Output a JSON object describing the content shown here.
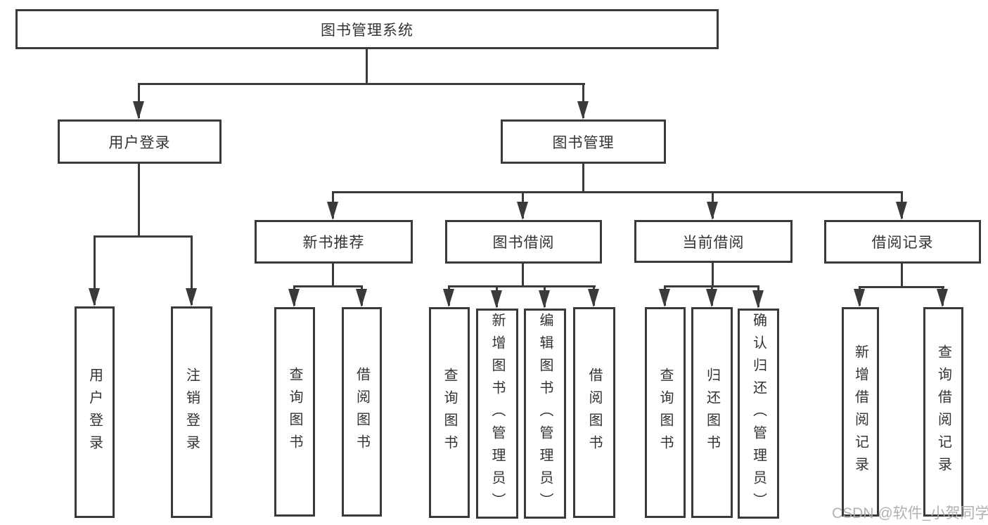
{
  "diagram": {
    "type": "hierarchy-tree",
    "title": "图书管理系统"
  },
  "tree": {
    "root": "图书管理系统",
    "branches": [
      {
        "label": "用户登录",
        "leaves": [
          "用户登录",
          "注销登录"
        ]
      },
      {
        "label": "图书管理",
        "groups": [
          {
            "label": "新书推荐",
            "leaves": [
              "查询图书",
              "借阅图书"
            ]
          },
          {
            "label": "图书借阅",
            "leaves": [
              "查询图书",
              "新增图书（管理员）",
              "编辑图书（管理员）",
              "借阅图书"
            ]
          },
          {
            "label": "当前借阅",
            "leaves": [
              "查询图书",
              "归还图书",
              "确认归还（管理员）"
            ]
          },
          {
            "label": "借阅记录",
            "leaves": [
              "新增借阅记录",
              "查询借阅记录"
            ]
          }
        ]
      }
    ]
  },
  "watermark": "CSDN @软件_小贺同学",
  "colors": {
    "line": "#3a3a3a",
    "text": "#333333",
    "background": "#ffffff",
    "watermark": "#ababab"
  }
}
